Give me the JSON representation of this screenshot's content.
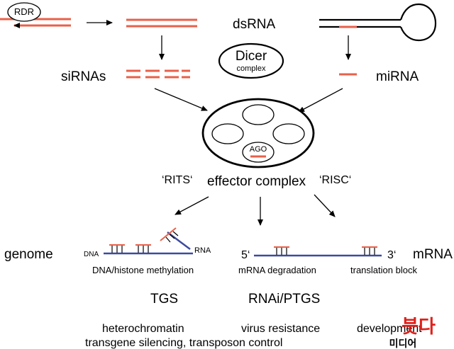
{
  "labels": {
    "rdr": "RDR",
    "dsrna": "dsRNA",
    "dicer": "Dicer",
    "dicer_sub": "complex",
    "sirnas": "siRNAs",
    "mirna": "miRNA",
    "ago": "AGO",
    "rits": "‘RITS‘",
    "effector": "effector complex",
    "risc": "‘RISC‘",
    "genome": "genome",
    "dna": "DNA",
    "rna": "RNA",
    "five_prime": "5‘",
    "three_prime": "3‘",
    "mrna": "mRNA",
    "dna_histone": "DNA/histone methylation",
    "mrna_degradation": "mRNA degradation",
    "translation_block": "translation block",
    "tgs": "TGS",
    "rnai": "RNAi/PTGS",
    "heterochromatin": "heterochromatin",
    "virus_resistance": "virus resistance",
    "development": "development",
    "transgene": "transgene silencing, transposon control"
  },
  "watermark": {
    "text": "미디어붓다",
    "main": "미디어",
    "accent": "붓다",
    "accent_color": "#e0201a"
  },
  "colors": {
    "rna": "#e8604a",
    "dna": "#3d4aa0",
    "line": "#000000"
  }
}
